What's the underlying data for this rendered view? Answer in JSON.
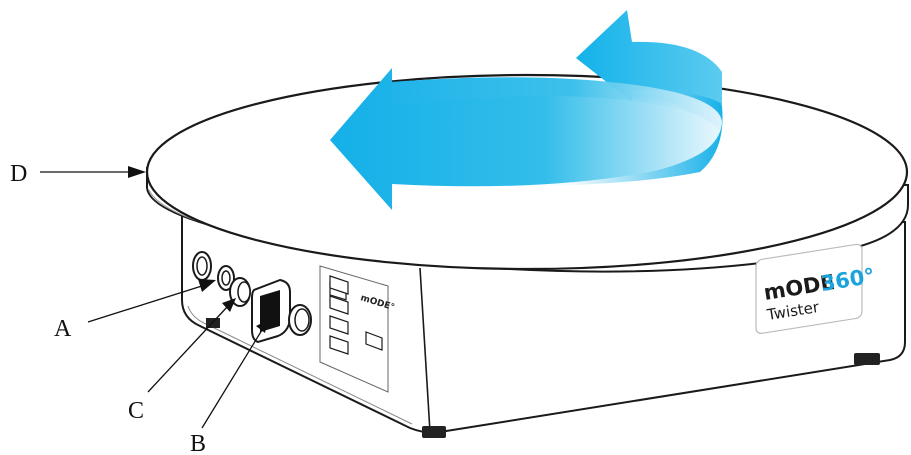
{
  "diagram": {
    "callouts": {
      "a": "A",
      "b": "B",
      "c": "C",
      "d": "D"
    },
    "device": {
      "brand_prefix": "mODE",
      "brand_number": "360°",
      "model": "Twister",
      "panel_brand": "mODE°"
    },
    "colors": {
      "arrow_blue": "#1ab3e6",
      "brand_accent": "#1aa3dc",
      "outline": "#1a1a1a"
    }
  }
}
